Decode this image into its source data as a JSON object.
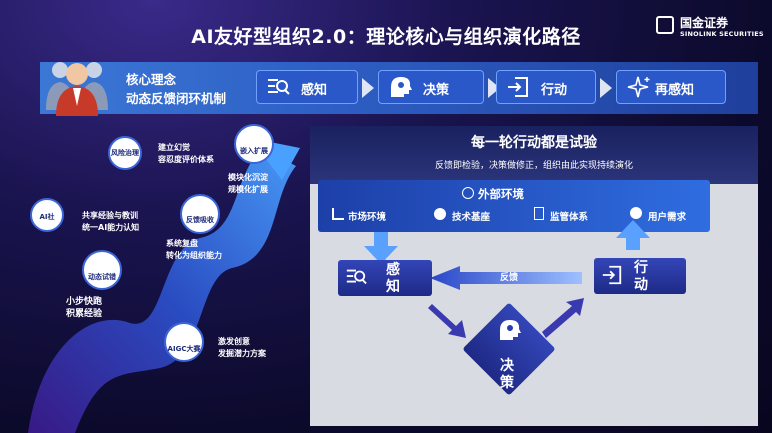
{
  "title": "AI友好型组织2.0：理论核心与组织演化路径",
  "logo": {
    "cn": "国金证券",
    "en": "SINOLINK SECURITIES"
  },
  "banner": {
    "core_line1": "核心理念",
    "core_line2": "动态反馈闭环机制",
    "steps": [
      "感知",
      "决策",
      "行动",
      "再感知"
    ]
  },
  "left": {
    "stages": [
      {
        "badge": "风险治理",
        "text1": "建立幻觉",
        "text2": "容忍度评价体系"
      },
      {
        "badge": "嵌入扩展",
        "text1": "模块化沉淀",
        "text2": "规模化扩展"
      },
      {
        "badge": "AI社",
        "text1": "共享经验与教训",
        "text2": "统一AI能力认知"
      },
      {
        "badge": "反馈吸收",
        "text1": "系统复盘",
        "text2": "转化为组织能力"
      },
      {
        "badge": "动态试错",
        "text1": "小步快跑",
        "text2": "积累经验"
      },
      {
        "badge": "AIGC大赛",
        "text1": "激发创意",
        "text2": "发掘潜力方案"
      }
    ]
  },
  "right": {
    "title": "每一轮行动都是试验",
    "subtitle": "反馈即检验，决策做修正，组织由此实现持续演化",
    "external": {
      "title": "外部环境",
      "items": [
        "市场环境",
        "技术基座",
        "监管体系",
        "用户需求"
      ]
    },
    "perceive": "感知",
    "decide": "决策",
    "act": "行动",
    "feedback": "反馈"
  },
  "colors": {
    "accent": "#2f6de0",
    "dark": "#1e2a86",
    "panel": "#d9dbe3"
  }
}
